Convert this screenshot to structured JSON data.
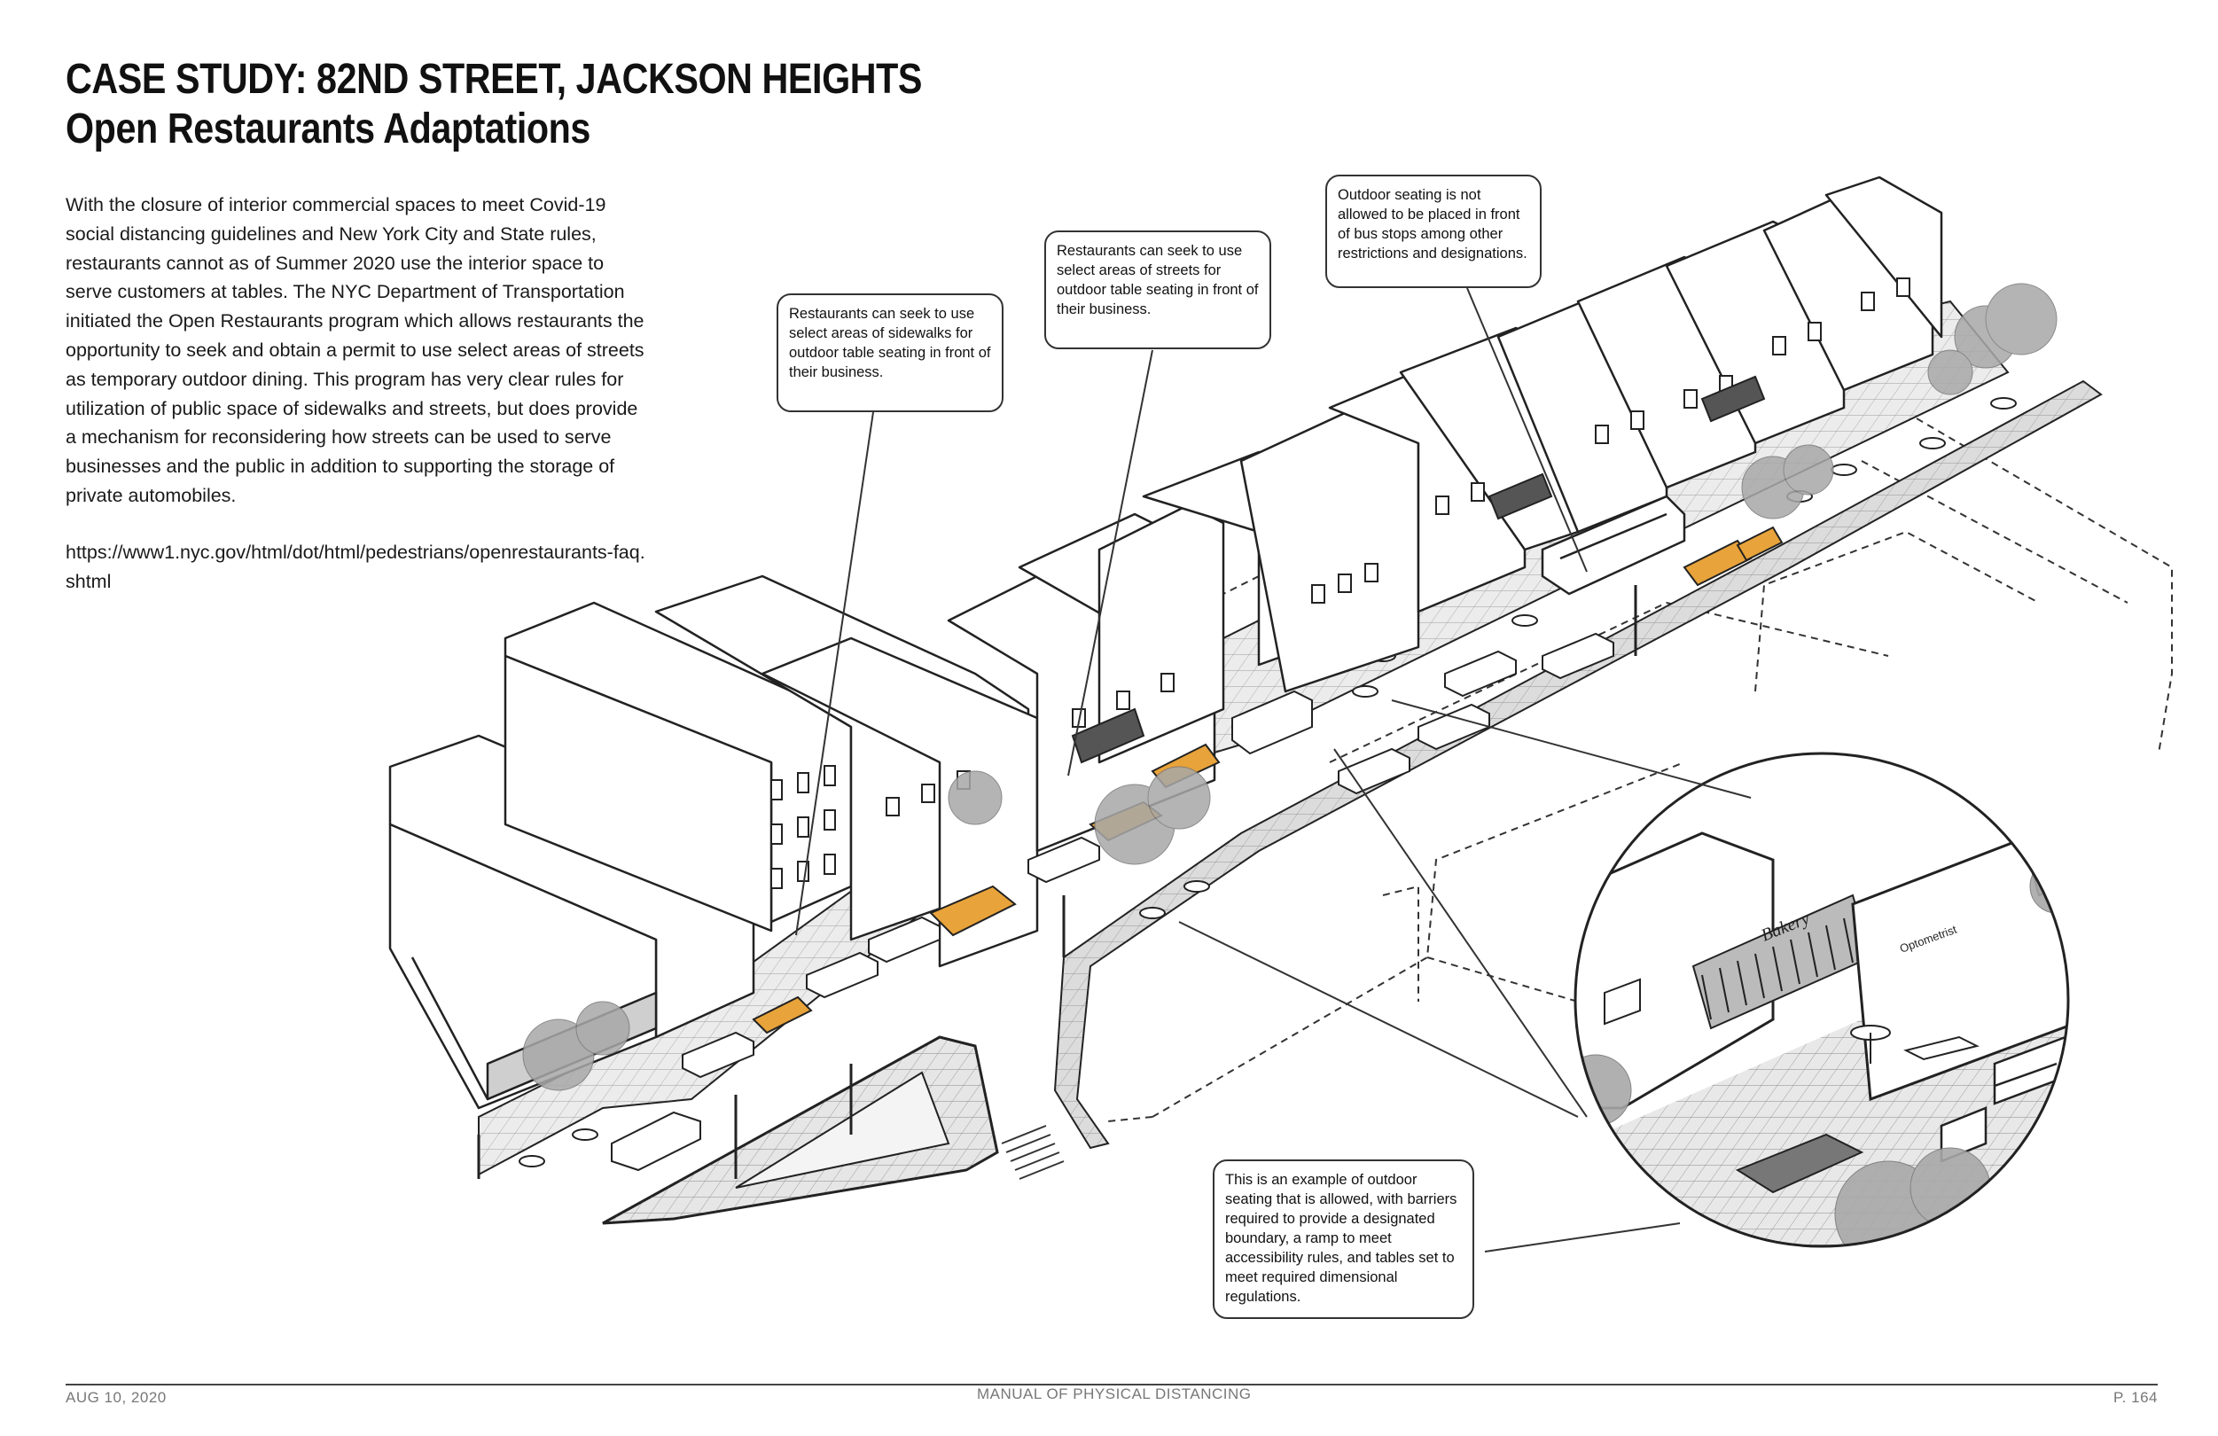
{
  "header": {
    "title_line1": "CASE STUDY: 82ND STREET, JACKSON HEIGHTS",
    "title_line2": "Open Restaurants Adaptations"
  },
  "intro": {
    "paragraph": "With the closure of interior commercial spaces to meet Covid-19 social distancing guidelines and New York City and State rules, restaurants cannot as of Summer 2020 use the interior space to serve customers at tables.  The NYC Department of Transportation initiated the Open Restaurants program which allows restaurants the opportunity to seek and obtain a permit to use select areas of streets as temporary outdoor dining. This program has very clear rules for utilization of public space of sidewalks and streets, but does provide a mechanism for reconsidering how streets can be used to serve businesses and the public in addition to supporting the storage of private automobiles.",
    "link": "https://www1.nyc.gov/html/dot/html/pedestrians/openrestaurants-faq.shtml"
  },
  "callouts": {
    "sidewalks": "Restaurants can seek to use select areas of sidewalks for outdoor table seating in front of their business.",
    "streets": "Restaurants can seek to use select areas of streets for outdoor table seating in front of their business.",
    "bus_stops": "Outdoor seating is not allowed to be placed in front of bus stops among other restrictions and designations.",
    "example": "This is an example of outdoor seating that is allowed, with barriers required to provide a designated boundary, a ramp to meet accessibility rules, and tables set to meet required dimensional regulations."
  },
  "illustration": {
    "storefront_signs": [
      "Bakery",
      "Optometrist"
    ]
  },
  "footer": {
    "date": "AUG 10, 2020",
    "document": "MANUAL OF PHYSICAL DISTANCING",
    "page": "P. 164"
  },
  "colors": {
    "dining_accent": "#e8a33a",
    "pavement": "#d9d9d9",
    "linework": "#222222",
    "tree": "#9a9a9a",
    "footer_text": "#777777"
  }
}
